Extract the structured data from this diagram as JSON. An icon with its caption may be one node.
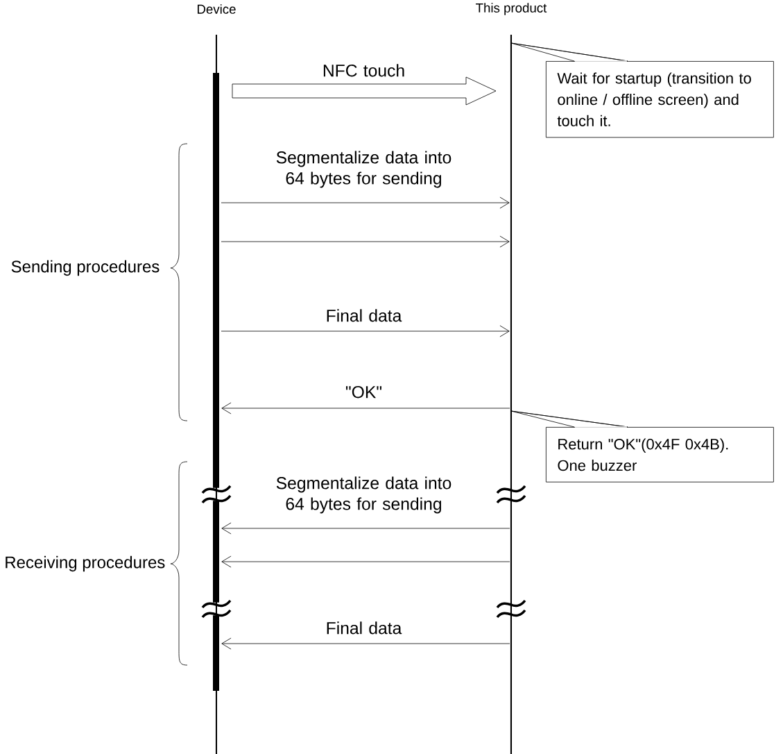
{
  "diagram": {
    "nodes": [
      {
        "text": [
          "Device"
        ]
      },
      {
        "text": [
          "This product"
        ]
      },
      {
        "text": [
          "Wait for startup (transition to online / offline screen) and touch it."
        ]
      },
      {
        "text": [
          "Return \"OK\"(0x4F 0x4B). One buzzer"
        ]
      }
    ],
    "edges": [
      {
        "from": 0,
        "to": 1,
        "arrow": "to",
        "label": "NFC touch",
        "style": "thick"
      },
      {
        "from": 0,
        "to": 1,
        "arrow": "to",
        "label": "Segmentalize data into 64 bytes for sending"
      },
      {
        "from": 0,
        "to": 1,
        "arrow": "to"
      },
      {
        "from": 0,
        "to": 1,
        "arrow": "to",
        "label": "Final data"
      },
      {
        "from": 1,
        "to": 0,
        "arrow": "to",
        "label": "\"OK\""
      },
      {
        "from": 1,
        "to": 0,
        "arrow": "to",
        "label": "Segmentalize data into 64 bytes for sending"
      },
      {
        "from": 1,
        "to": 0,
        "arrow": "to"
      },
      {
        "from": 1,
        "to": 0,
        "arrow": "to",
        "label": "Final data"
      },
      {
        "from": 2,
        "to": 1,
        "arrow": "none"
      },
      {
        "from": 3,
        "to": 1,
        "arrow": "none"
      }
    ],
    "labels": [
      "Sending procedures",
      "Receiving procedures"
    ]
  }
}
